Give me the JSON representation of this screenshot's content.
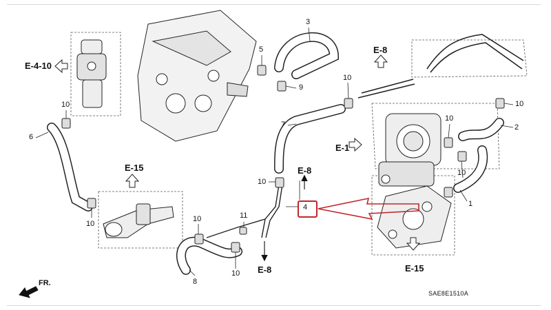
{
  "callouts": {
    "n1": "1",
    "n2": "2",
    "n3": "3",
    "n4": "4",
    "n5": "5",
    "n6": "6",
    "n7": "7",
    "n8": "8",
    "n9": "9",
    "n10": "10",
    "n11": "11"
  },
  "refs": {
    "e410": "E-4-10",
    "e8_top": "E-8",
    "e8_mid": "E-8",
    "e8_bot": "E-8",
    "e1": "E-1",
    "e15_left": "E-15",
    "e15_right": "E-15"
  },
  "front_label": "FR.",
  "diagram_code": "SAE8E1510A",
  "colors": {
    "highlight": "#c0262c",
    "ink": "#111111"
  },
  "highlighted_callout": "4"
}
